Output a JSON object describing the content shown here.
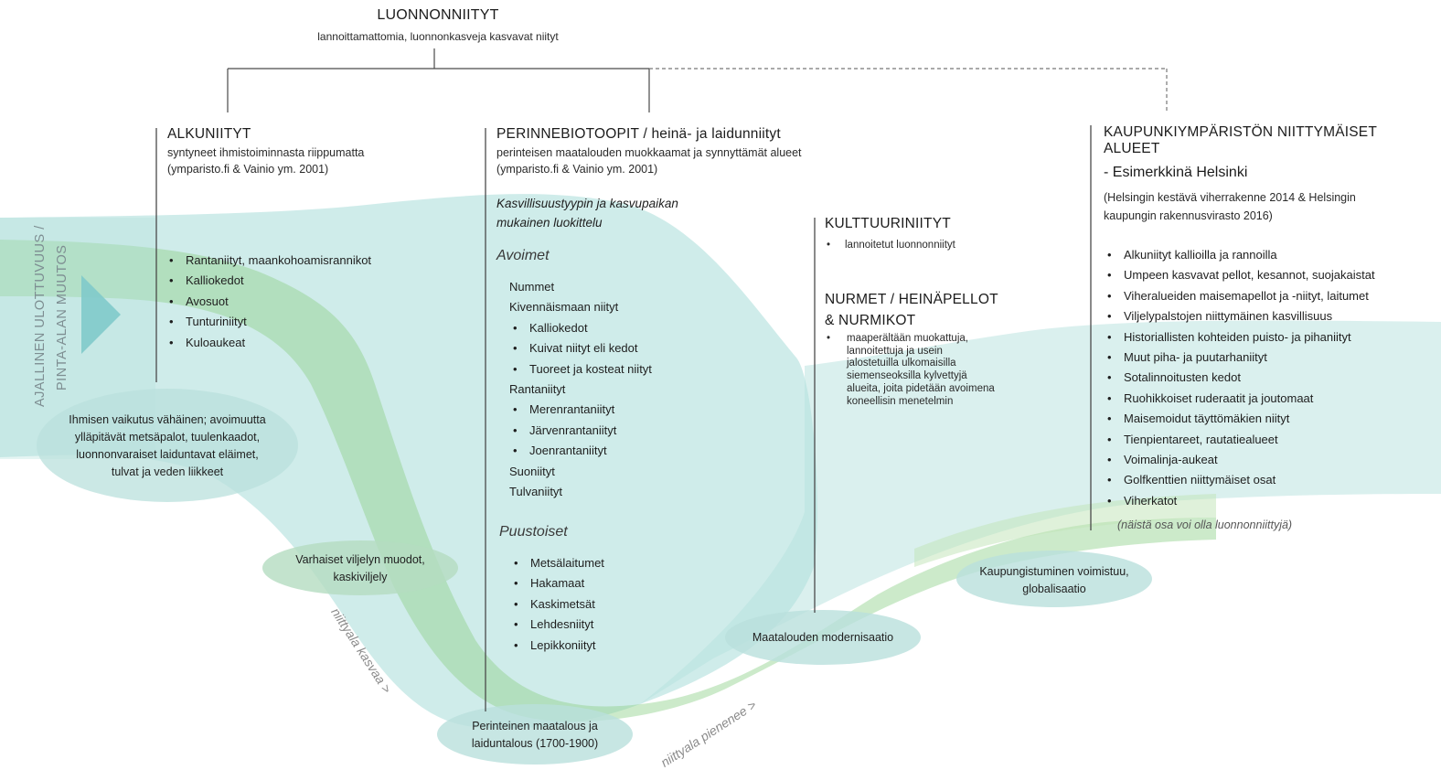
{
  "top": {
    "title": "LUONNONNIITYT",
    "subtitle": "lannoittamattomia, luonnonkasveja kasvavat niityt"
  },
  "side_label": [
    "AJALLINEN ULOTTUVUUS /",
    "PINTA-ALAN MUUTOS"
  ],
  "alku": {
    "title": "ALKUNIITYT",
    "line1": "syntyneet ihmistoiminnasta riippumatta",
    "line2": "(ymparisto.fi & Vainio ym. 2001)",
    "items": [
      "Rantaniityt, maankohoamisrannikot",
      "Kalliokedot",
      "Avosuot",
      "Tunturiniityt",
      "Kuloaukeat"
    ]
  },
  "perinne": {
    "title": "PERINNEBIOTOOPIT / heinä- ja laidunniityt",
    "line1": "perinteisen maatalouden muokkaamat ja synnyttämät alueet",
    "line2": "(ymparisto.fi & Vainio ym. 2001)",
    "classification": [
      "Kasvillisuustyypin ja kasvupaikan",
      "mukainen luokittelu"
    ],
    "open_heading": "Avoimet",
    "open_items": [
      {
        "text": "Nummet",
        "bullet": false
      },
      {
        "text": "Kivennäismaan niityt",
        "bullet": false
      },
      {
        "text": "Kalliokedot",
        "bullet": true
      },
      {
        "text": "Kuivat niityt eli kedot",
        "bullet": true
      },
      {
        "text": "Tuoreet ja kosteat niityt",
        "bullet": true
      },
      {
        "text": "Rantaniityt",
        "bullet": false
      },
      {
        "text": "Merenrantaniityt",
        "bullet": true
      },
      {
        "text": "Järvenrantaniityt",
        "bullet": true
      },
      {
        "text": "Joenrantaniityt",
        "bullet": true
      },
      {
        "text": "Suoniityt",
        "bullet": false
      },
      {
        "text": "Tulvaniityt",
        "bullet": false
      }
    ],
    "wooded_heading": "Puustoiset",
    "wooded_items": [
      "Metsälaitumet",
      "Hakamaat",
      "Kaskimetsät",
      "Lehdesniityt",
      "Lepikkoniityt"
    ]
  },
  "kulttuuri": {
    "title": "KULTTUURINIITYT",
    "items": [
      "lannoitetut luonnonniityt"
    ]
  },
  "nurmet": {
    "title": [
      "NURMET / HEINÄPELLOT",
      "& NURMIKOT"
    ],
    "desc": [
      "maaperältään muokattuja,",
      "lannoitettuja ja  usein",
      "jalostetuilla ulkomaisilla",
      "siemenseoksilla kylvettyjä",
      "alueita, joita pidetään avoimena",
      "koneellisin menetelmin"
    ]
  },
  "kaupunki": {
    "title": [
      "KAUPUNKIYMPÄRISTÖN NIITTYMÄISET",
      "ALUEET"
    ],
    "example": "- Esimerkkinä Helsinki",
    "source": [
      "(Helsingin kestävä viherrakenne 2014 & Helsingin",
      "kaupungin rakennusvirasto 2016)"
    ],
    "items": [
      "Alkuniityt kallioilla ja rannoilla",
      "Umpeen kasvavat pellot, kesannot, suojakaistat",
      "Viheralueiden maisemapellot ja -niityt, laitumet",
      "Viljelypalstojen niittymäinen kasvillisuus",
      "Historiallisten kohteiden puisto- ja pihaniityt",
      "Muut piha- ja puutarhaniityt",
      "Sotalinnoitusten kedot",
      "Ruohikkoiset ruderaatit ja joutomaat",
      "Maisemoidut täyttömäkien niityt",
      "Tienpientareet, rautatiealueet",
      "Voimalinja-aukeat",
      "Golfkenttien niittymäiset osat",
      "Viherkatot"
    ],
    "note": "(näistä osa voi olla luonnonniittyjä)"
  },
  "ovals": {
    "human": [
      "Ihmisen vaikutus vähäinen; avoimuutta",
      "ylläpitävät metsäpalot, tuulenkaadot,",
      "luonnonvaraiset laiduntavat eläimet,",
      "tulvat ja veden liikkeet"
    ],
    "early": [
      "Varhaiset viljelyn muodot,",
      "kaskiviljely"
    ],
    "traditional": [
      "Perinteinen maatalous ja",
      "laiduntalous (1700-1900)"
    ],
    "modern": [
      "Maatalouden modernisaatio"
    ],
    "urban": [
      "Kaupungistuminen voimistuu,",
      "globalisaatio"
    ]
  },
  "arrows": {
    "grows": "niittyala kasvaa  >",
    "shrinks": "niittyala pienenee  >"
  },
  "colors": {
    "green": "#8fd08a",
    "teal": "#9fd6d2",
    "triangle": "#7fcaca",
    "oval": "#b9e0dc",
    "line": "#4a4a4a"
  }
}
